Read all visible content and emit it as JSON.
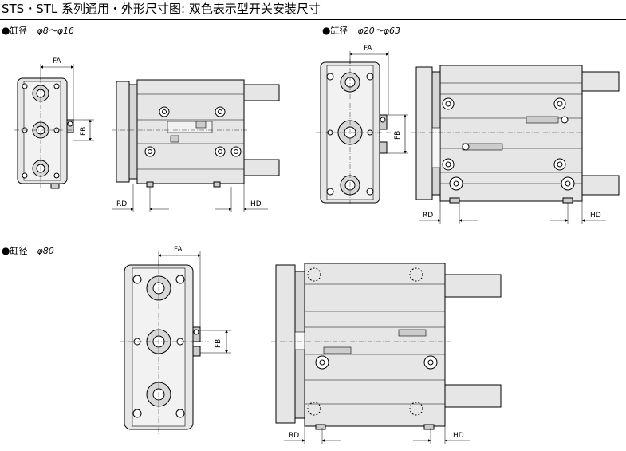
{
  "title": "STS・STL 系列通用・外形尺寸图: 双色表示型开关安装尺寸",
  "sections": [
    {
      "bullet": "●",
      "label": "缸径",
      "value": "φ8～φ16"
    },
    {
      "bullet": "●",
      "label": "缸径",
      "value": "φ20～φ63"
    },
    {
      "bullet": "●",
      "label": "缸径",
      "value": "φ80"
    }
  ],
  "dims": {
    "fa": "FA",
    "fb": "FB",
    "rd": "RD",
    "hd": "HD"
  },
  "colors": {
    "body": "#e6e6e6",
    "body_dark": "#cfcfcf",
    "line": "#000000",
    "face": "#f2f2f2"
  }
}
